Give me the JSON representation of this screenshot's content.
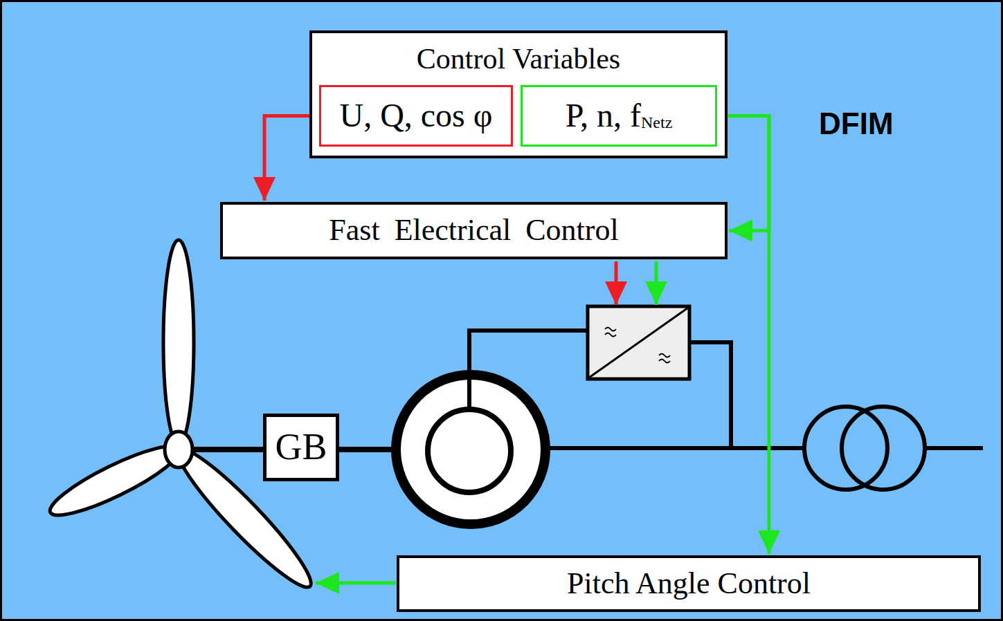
{
  "diagram": {
    "nodes": [
      {
        "text": [
          "Control Variables"
        ]
      },
      {
        "text": [
          "U, Q, cos φ"
        ],
        "in": 0
      },
      {
        "text": [
          "P, n, f",
          "Netz"
        ],
        "in": 0
      },
      {
        "text": [
          "Fast Electrical Control"
        ]
      },
      {
        "text": [
          "GB"
        ]
      },
      {
        "text": [
          "Pitch Angle Control"
        ]
      }
    ],
    "edges": [
      {
        "from": 1,
        "to": 3,
        "arrow": "to"
      },
      {
        "from": 2,
        "to": 3,
        "arrow": "to"
      },
      {
        "from": 2,
        "to": 5,
        "arrow": "to"
      }
    ],
    "labels": [
      "DFIM"
    ]
  }
}
